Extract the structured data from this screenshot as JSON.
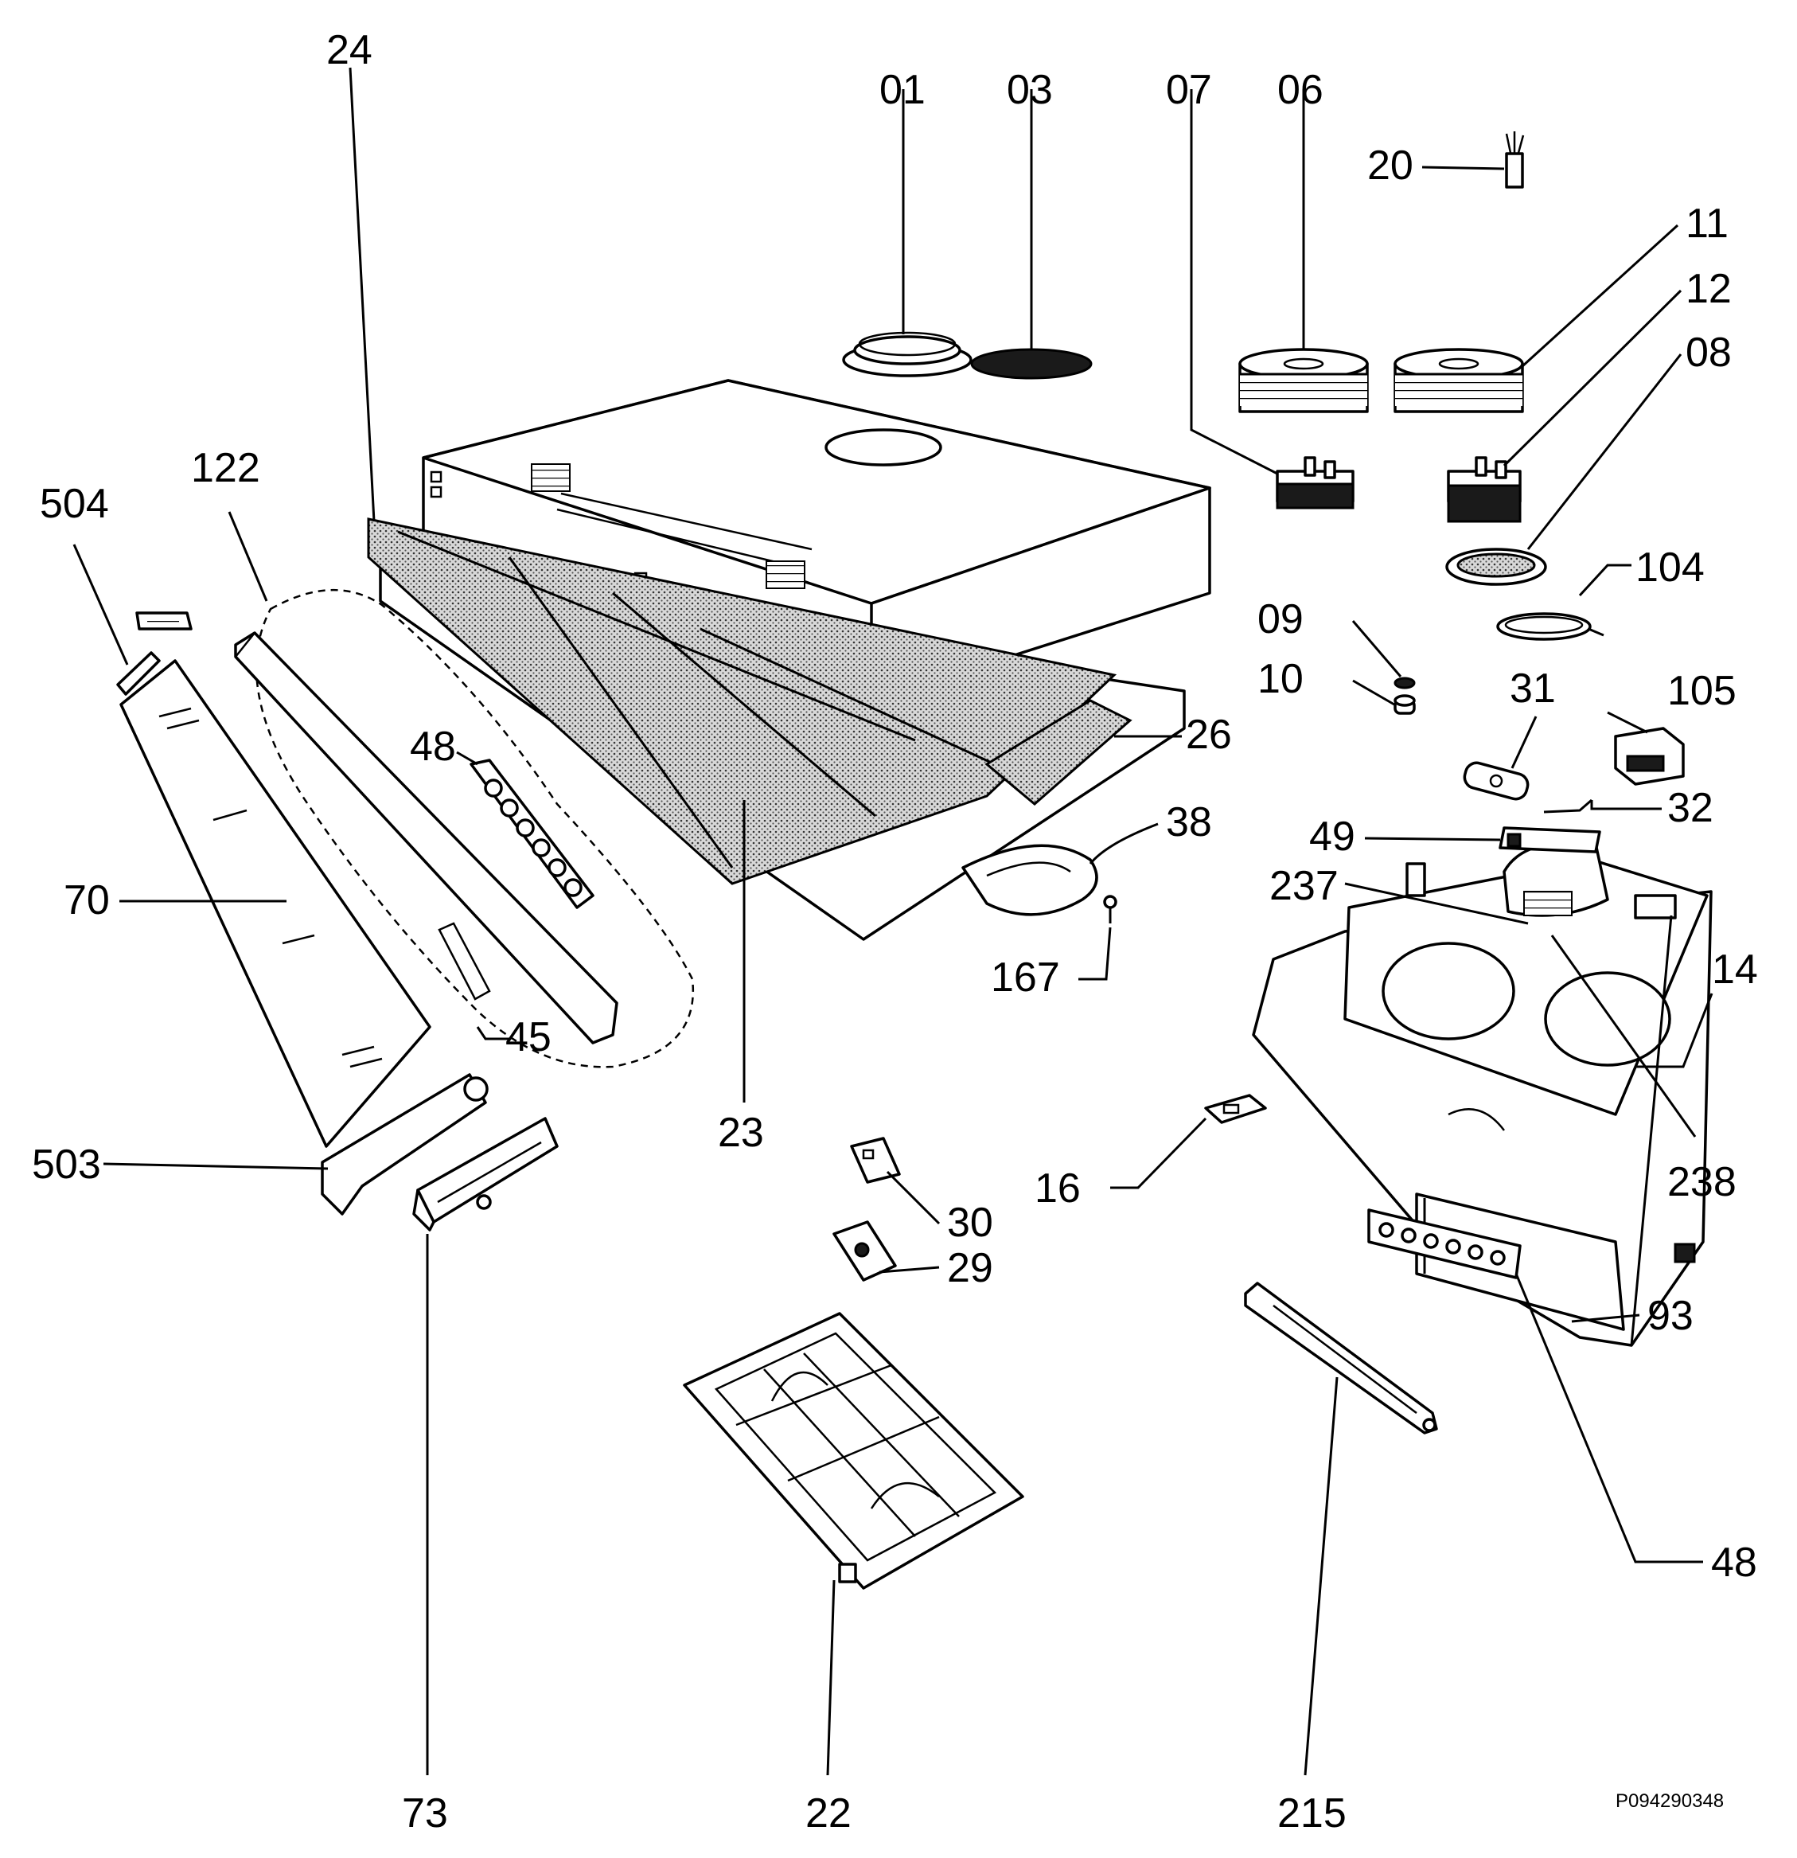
{
  "drawing_code": "P094290348",
  "callouts": {
    "l01": "01",
    "l03": "03",
    "l07": "07",
    "l06": "06",
    "l20": "20",
    "l11": "11",
    "l12": "12",
    "l08": "08",
    "l104": "104",
    "l24": "24",
    "l122": "122",
    "l504": "504",
    "l48a": "48",
    "l70": "70",
    "l45": "45",
    "l23": "23",
    "l09": "09",
    "l10": "10",
    "l31": "31",
    "l105": "105",
    "l26": "26",
    "l32": "32",
    "l38": "38",
    "l49": "49",
    "l237": "237",
    "l167": "167",
    "l14": "14",
    "l238": "238",
    "l16": "16",
    "l503": "503",
    "l30": "30",
    "l29": "29",
    "l93": "93",
    "l48b": "48",
    "l73": "73",
    "l22": "22",
    "l215": "215"
  }
}
